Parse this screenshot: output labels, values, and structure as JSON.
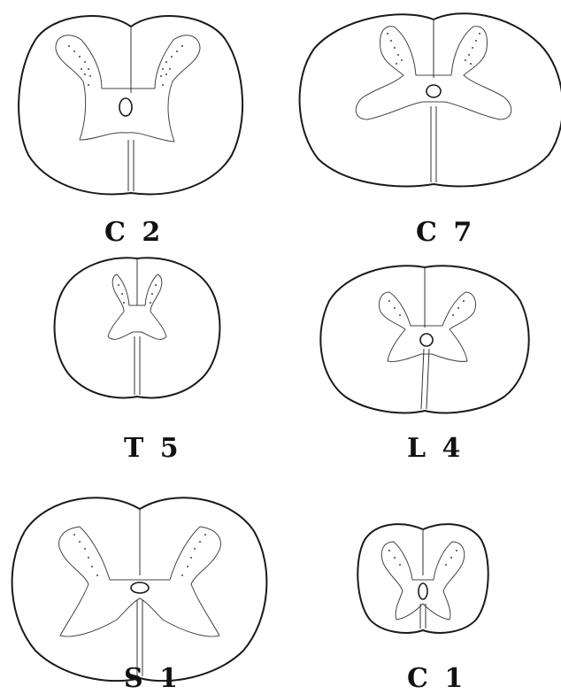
{
  "sections": [
    {
      "id": "c2",
      "label": "C 2"
    },
    {
      "id": "c7",
      "label": "C 7"
    },
    {
      "id": "t5",
      "label": "T 5"
    },
    {
      "id": "l4",
      "label": "L 4"
    },
    {
      "id": "s1",
      "label": "S 1"
    },
    {
      "id": "c1",
      "label": "C 1"
    }
  ]
}
